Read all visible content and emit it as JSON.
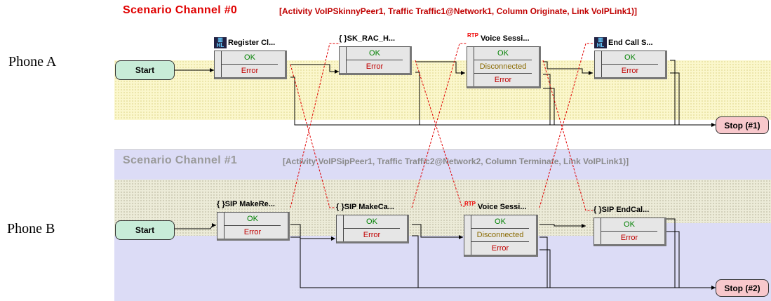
{
  "side_labels": {
    "phone_a": "Phone A",
    "phone_b": "Phone B"
  },
  "channels": [
    {
      "title": "Scenario Channel #0",
      "info": "[Activity VoIPSkinnyPeer1, Traffic Traffic1@Network1, Column Originate, Link VoIPLink1)]",
      "title_color": "#e00000",
      "info_color": "#c00000",
      "start": "Start",
      "stop": "Stop (#1)",
      "nodes": [
        {
          "label": "Register Cl...",
          "icon": "hl-phone-icon",
          "outputs": [
            "OK",
            "Error"
          ]
        },
        {
          "label": "{ }SK_RAC_H...",
          "icon": "script-icon",
          "outputs": [
            "OK",
            "Error"
          ]
        },
        {
          "label": "Voice Sessi...",
          "icon": "rtp-icon",
          "outputs": [
            "OK",
            "Disconnected",
            "Error"
          ]
        },
        {
          "label": "End Call S...",
          "icon": "hl-phone-icon",
          "outputs": [
            "OK",
            "Error"
          ]
        }
      ]
    },
    {
      "title": "Scenario Channel #1",
      "info": "[Activity VoIPSipPeer1, Traffic Traffic2@Network2, Column Terminate, Link VoIPLink1)]",
      "title_color": "#9a9a9a",
      "info_color": "#8a8a8a",
      "start": "Start",
      "stop": "Stop (#2)",
      "nodes": [
        {
          "label": "{ }SIP MakeRe...",
          "icon": "script-icon",
          "outputs": [
            "OK",
            "Error"
          ]
        },
        {
          "label": "{ }SIP MakeCa...",
          "icon": "script-icon",
          "outputs": [
            "OK",
            "Error"
          ]
        },
        {
          "label": "Voice Sessi...",
          "icon": "rtp-icon",
          "outputs": [
            "OK",
            "Disconnected",
            "Error"
          ]
        },
        {
          "label": "{ }SIP EndCal...",
          "icon": "script-icon",
          "outputs": [
            "OK",
            "Error"
          ]
        }
      ]
    }
  ],
  "icon_text": {
    "rtp": "RTP",
    "hl": "HL"
  }
}
